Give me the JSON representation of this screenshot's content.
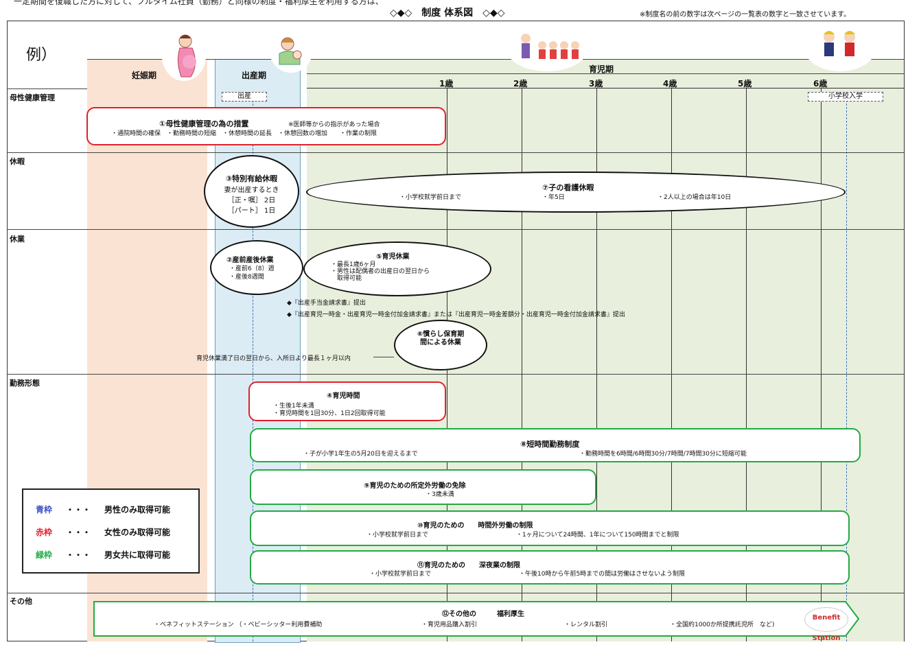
{
  "header": {
    "top_text": "一定期間を復職した方に対して、フルタイム社員（勤務）と同様の制度・福利厚生を利用する方は、",
    "title": "◇◆◇　制度 体系図　◇◆◇",
    "note": "※制度名の前の数字は次ページの一覧表の数字と一致させています。",
    "example": "例）"
  },
  "periods": {
    "pregnancy": "妊娠期",
    "birth": "出産期",
    "childcare": "育児期"
  },
  "ages": [
    "1歳",
    "2歳",
    "3歳",
    "4歳",
    "5歳",
    "6歳"
  ],
  "markers": {
    "birth": "出産",
    "school_entry": "小学校入学"
  },
  "row_labels": {
    "maternal": "母性健康管理",
    "leave": "休暇",
    "absence": "休業",
    "work_style": "勤務形態",
    "other": "その他"
  },
  "items": {
    "maternal_health": {
      "title": "①母性健康管理の為の措置",
      "note": "※医師等からの指示があった場合",
      "items": "・通院時間の確保　・勤務時間の短縮　・休憩時間の延長　・休憩回数の増加　　・作業の制限"
    },
    "special_leave": {
      "title": "③特別有給休暇",
      "line1": "妻が出産するとき",
      "line2": "［正・嘱］ 2日",
      "line3": "［パート］ 1日"
    },
    "nursing_leave": {
      "title": "⑦子の看護休暇",
      "item1": "・小学校就学前日まで",
      "item2": "・年5日",
      "item3": "・2人以上の場合は年10日"
    },
    "maternity_leave": {
      "title": "②産前産後休業",
      "line1": "・産前6（8）週",
      "line2": "・産後8週間"
    },
    "childcare_leave": {
      "title": "⑤育児休業",
      "line1": "・最長1歳6ヶ月",
      "line2": "・男性は配偶者の出産日の翌日から",
      "line3": "　取得可能"
    },
    "claims": {
      "claim1": "◆『出産手当金請求書』提出",
      "claim2": "◆『出産育児一時金・出産育児一時金付加金請求書』または『出産育児一時金差額分・出産育児一時金付加金請求書』提出"
    },
    "adjustment_leave": {
      "title": "⑥慣らし保育期間による休業",
      "note": "育児休業満了日の翌日から、入所日より最長１ヶ月以内"
    },
    "nursing_time": {
      "title": "④育児時間",
      "line1": "・生後1年未満",
      "line2": "・育児時間を1回30分、1日2回取得可能"
    },
    "short_hours": {
      "title": "⑧短時間勤務制度",
      "item1": "・子が小学1年生の5月20日を迎えるまで",
      "item2": "・勤務時間を6時間/6時間30分/7時間/7時間30分に短縮可能"
    },
    "overtime_exempt": {
      "title": "⑨育児のための所定外労働の免除",
      "item1": "・3歳未満"
    },
    "overtime_limit": {
      "title": "⑩育児のための　　時間外労働の制限",
      "item1": "・小学校就学前日まで",
      "item2": "・1ヶ月について24時間、1年について150時間までと制限"
    },
    "night_limit": {
      "title": "⑪育児のための　　深夜業の制限",
      "item1": "・小学校就学前日まで",
      "item2": "・午後10時から午前5時までの間は労働はさせないよう制限"
    },
    "welfare": {
      "title": "⑫その他の　　　福利厚生",
      "item1": "・ベネフィットステーション （・ベビーシッター利用費補助",
      "item2": "・育児用品購入割引",
      "item3": "・レンタル割引",
      "item4": "・全国約1000か所提携託児所　など)",
      "logo": "Benefit Station"
    }
  },
  "legend": {
    "blue_key": "青枠",
    "blue_text": "男性のみ取得可能",
    "red_key": "赤枠",
    "red_text": "女性のみ取得可能",
    "green_key": "緑枠",
    "green_text": "男女共に取得可能",
    "dots": "・・・"
  },
  "colors": {
    "red": "#e0202a",
    "green": "#22aa44",
    "blue": "#2a6ac0",
    "pregnancy_bg": "#fbe3d3",
    "birth_bg": "#dcecf4",
    "childcare_bg": "#e8efdc"
  }
}
